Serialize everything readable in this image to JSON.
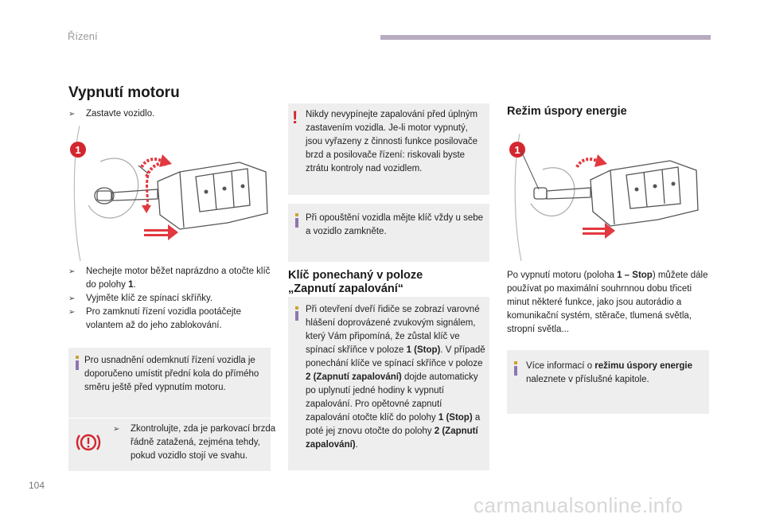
{
  "header": {
    "section": "Řízení"
  },
  "page_title": "Vypnutí motoru",
  "left": {
    "bullet1": "Zastavte vozidlo.",
    "callout_number": "1",
    "bullets": [
      [
        "Nechejte motor běžet naprázdno a otočte klíč do polohy ",
        "1",
        "."
      ],
      [
        "Vyjměte klíč ze spínací skříňky."
      ],
      [
        "Pro zamknutí řízení vozidla pootáčejte volantem až do jeho zablokování."
      ]
    ],
    "info": "Pro usnadnění odemknutí řízení vozidla je doporučeno umístit přední kola do přímého směru ještě před vypnutím motoru.",
    "warn_bullet": "Zkontrolujte, zda je parkovací brzda řádně zatažená, zejména tehdy, pokud vozidlo stojí ve svahu."
  },
  "middle": {
    "warning": "Nikdy nevypínejte zapalování před úplným zastavením vozidla. Je-li motor vypnutý, jsou vyřazeny z činnosti funkce posilovače brzd a posilovače řízení: riskovali byste ztrátu kontroly nad vozidlem.",
    "info1": "Při opouštění vozidla mějte klíč vždy u sebe a vozidlo zamkněte.",
    "heading": [
      "Klíč ponechaný v poloze",
      "„Zapnutí zapalování“"
    ],
    "info2": {
      "t1": "Při otevření dveří řidiče se zobrazí varovné hlášení doprovázené zvukovým signálem, který Vám připomíná, že zůstal klíč ve spínací skříňce v poloze ",
      "b1": "1 (Stop)",
      "t2": ". V případě ponechání klíče ve spínací skříňce v poloze ",
      "b2": "2 (Zapnutí zapalování)",
      "t3": " dojde automaticky po uplynutí jedné hodiny k vypnutí zapalování. Pro opětovné zapnutí zapalování otočte klíč do polohy ",
      "b3": "1 (Stop)",
      "t4": " a poté jej znovu otočte do polohy ",
      "b4": "2 (Zapnutí zapalování)",
      "t5": "."
    }
  },
  "right": {
    "heading": "Režim úspory energie",
    "callout_number": "1",
    "para": {
      "t1": "Po vypnutí motoru (poloha ",
      "b1": "1 – Stop",
      "t2": ") můžete dále používat po maximální souhrnnou dobu třiceti minut některé funkce, jako jsou autorádio a komunikační systém, stěrače, tlumená světla, stropní světla..."
    },
    "info": {
      "t1": "Více informací o ",
      "b1": "režimu úspory energie",
      "t2": " naleznete v příslušné kapitole."
    }
  },
  "footer": {
    "page_number": "104",
    "watermark": "carmanualsonline.info"
  },
  "colors": {
    "accent": "#9480b3",
    "warning": "#d3262f",
    "box_bg": "#eeeeee",
    "header_bar": "#b7abc2"
  }
}
